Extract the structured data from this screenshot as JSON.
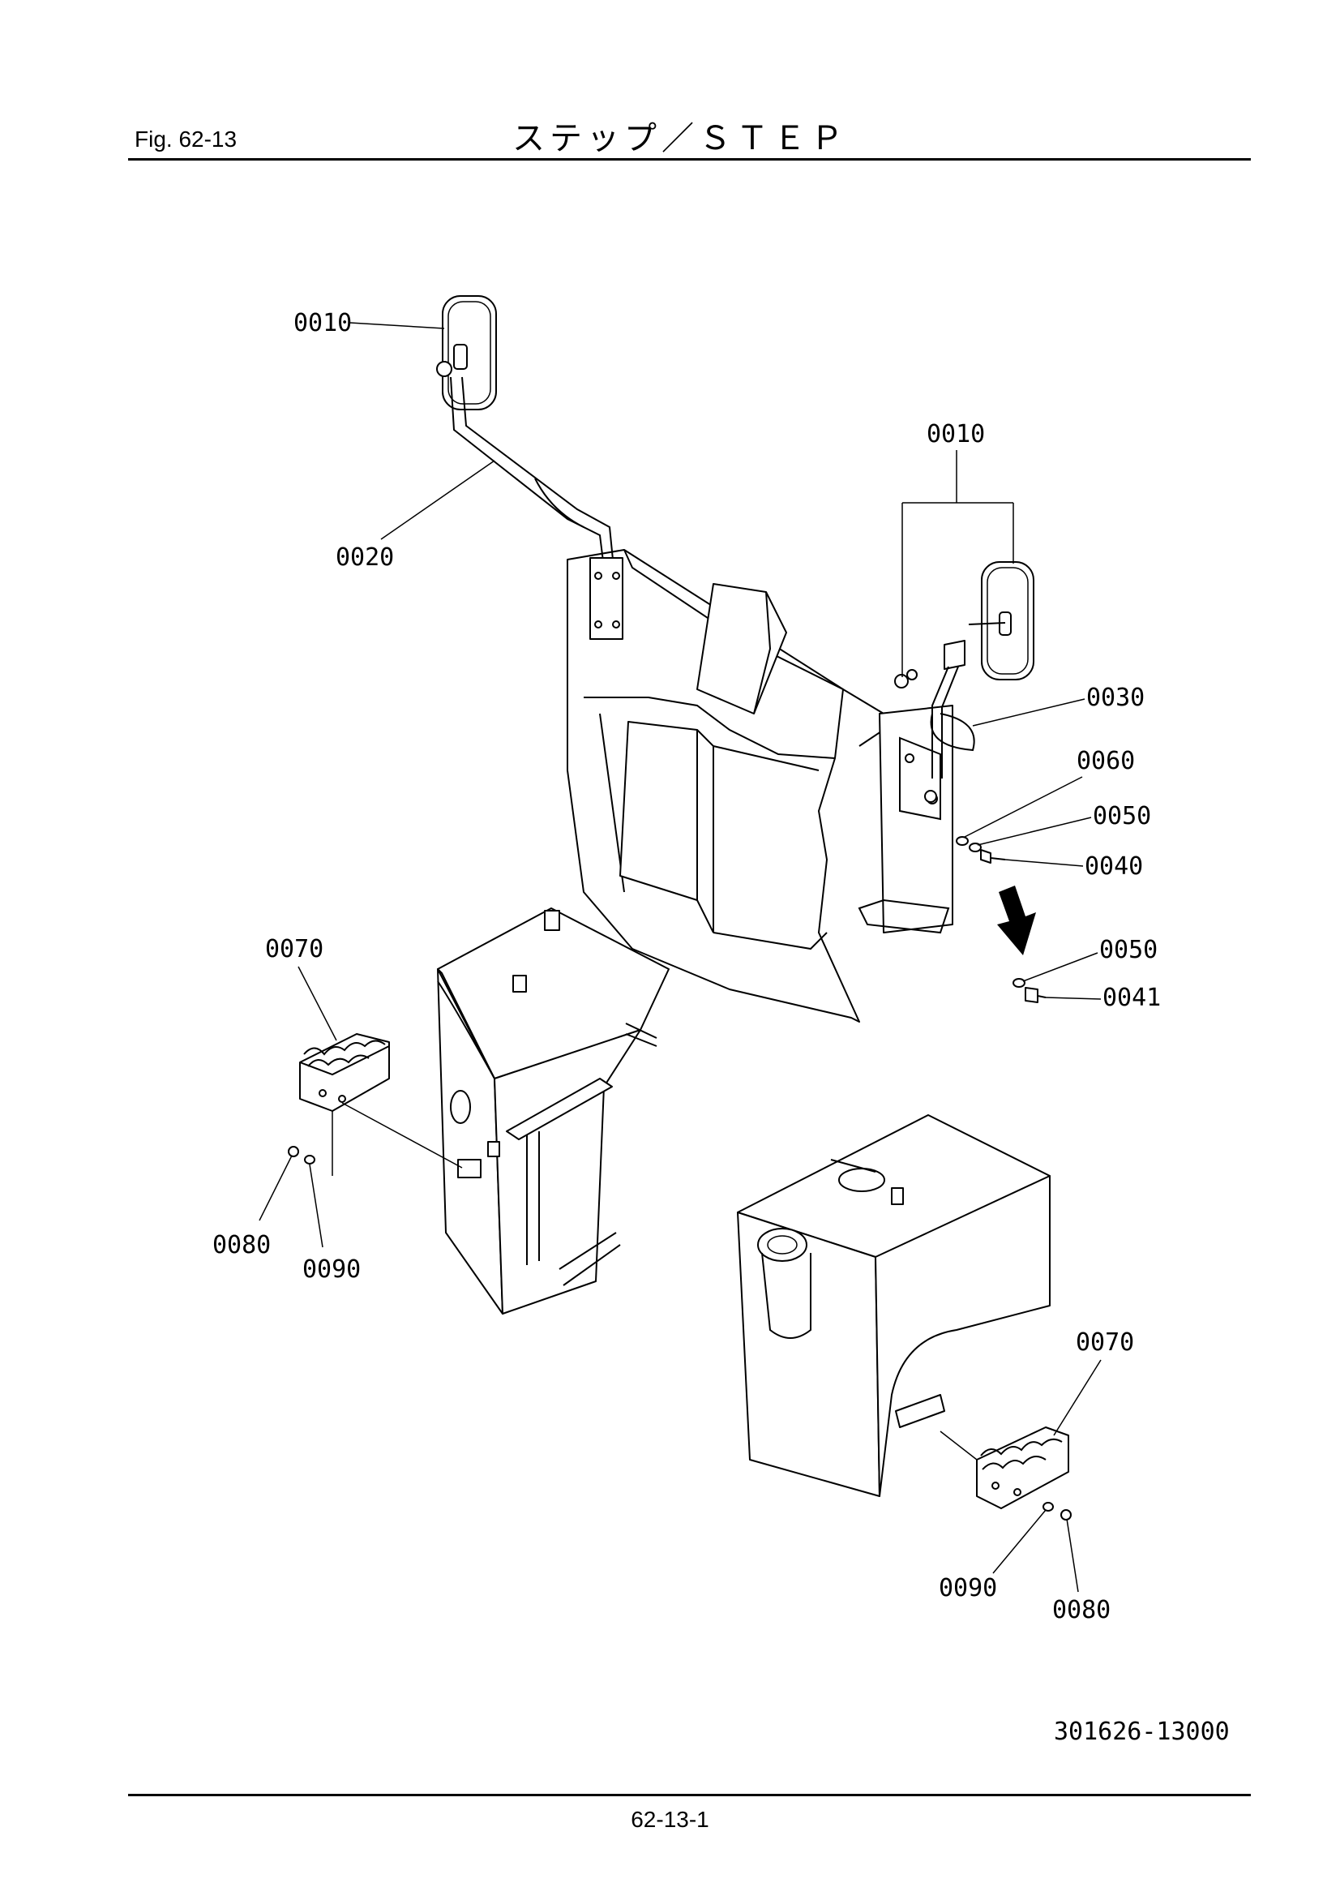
{
  "header": {
    "fig_label": "Fig.  62-13",
    "title": "ステップ／ＳＴＥＰ"
  },
  "footer": {
    "drawing_number": "301626-13000",
    "page_number": "62-13-1"
  },
  "callouts": {
    "c0010_left": "0010",
    "c0010_right": "0010",
    "c0020": "0020",
    "c0030": "0030",
    "c0060": "0060",
    "c0050_top": "0050",
    "c0040": "0040",
    "c0050_bottom": "0050",
    "c0041": "0041",
    "c0070_left": "0070",
    "c0080_left": "0080",
    "c0090_left": "0090",
    "c0070_right": "0070",
    "c0090_right": "0090",
    "c0080_right": "0080"
  }
}
